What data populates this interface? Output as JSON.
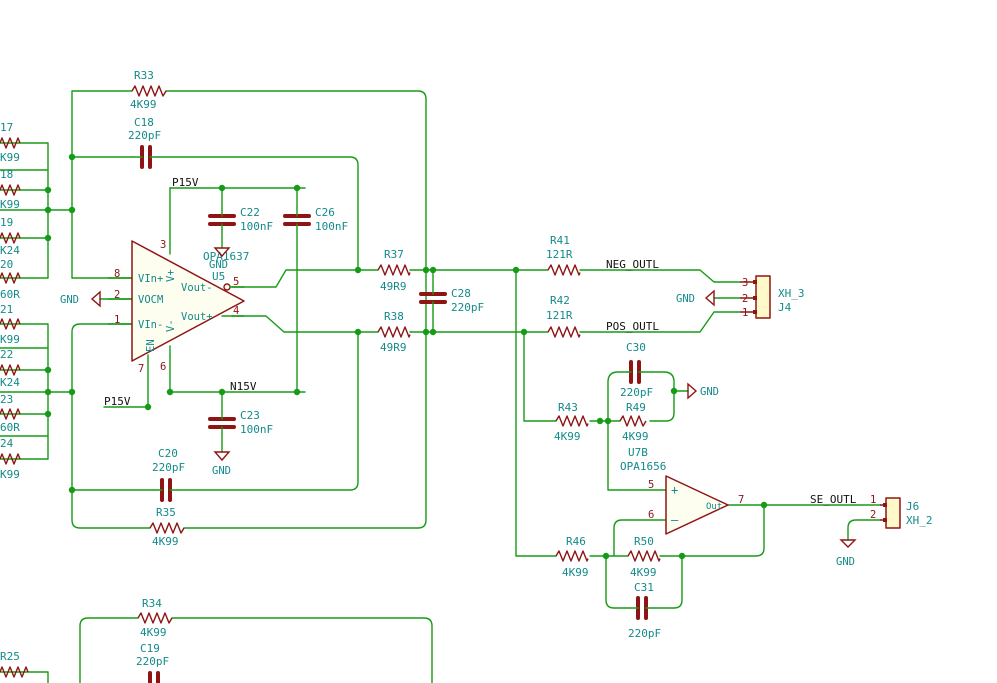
{
  "resistors": [
    {
      "ref": "R33",
      "value": "4K99"
    },
    {
      "ref": "R35",
      "value": "4K99"
    },
    {
      "ref": "R37",
      "value": "49R9"
    },
    {
      "ref": "R38",
      "value": "49R9"
    },
    {
      "ref": "R41",
      "value": "121R"
    },
    {
      "ref": "R42",
      "value": "121R"
    },
    {
      "ref": "R43",
      "value": "4K99"
    },
    {
      "ref": "R49",
      "value": "4K99"
    },
    {
      "ref": "R46",
      "value": "4K99"
    },
    {
      "ref": "R50",
      "value": "4K99"
    },
    {
      "ref": "R34",
      "value": "4K99"
    },
    {
      "ref": "R25",
      "value": ""
    }
  ],
  "capacitors": [
    {
      "ref": "C18",
      "value": "220pF"
    },
    {
      "ref": "C22",
      "value": "100nF"
    },
    {
      "ref": "C26",
      "value": "100nF"
    },
    {
      "ref": "C23",
      "value": "100nF"
    },
    {
      "ref": "C20",
      "value": "220pF"
    },
    {
      "ref": "C28",
      "value": "220pF"
    },
    {
      "ref": "C30",
      "value": "220pF"
    },
    {
      "ref": "C31",
      "value": "220pF"
    },
    {
      "ref": "C19",
      "value": "220pF"
    }
  ],
  "left_partial": [
    "17",
    "K99",
    "18",
    "K99",
    "19",
    "K24",
    "20",
    "60R",
    "21",
    "K99",
    "22",
    "K24",
    "23",
    "60R",
    "24",
    "K99"
  ],
  "u5": {
    "ref": "U5",
    "value": "OPA1637",
    "pins": {
      "vinp": "VIn+",
      "vocm": "VOCM",
      "vinn": "VIn-",
      "voutn": "Vout-",
      "voutp": "Vout+",
      "en": "EN",
      "vp": "V+",
      "vn": "V-"
    },
    "pin_numbers": {
      "p8": "8",
      "p2": "2",
      "p1": "1",
      "p5": "5",
      "p4": "4",
      "p3": "3",
      "p6": "6",
      "p7": "7"
    }
  },
  "u7b": {
    "ref": "U7B",
    "value": "OPA1656",
    "out_label": "Out",
    "pin_numbers": {
      "p5": "5",
      "p6": "6",
      "p7": "7"
    }
  },
  "power": {
    "p15v": "P15V",
    "n15v": "N15V",
    "gnd": "GND"
  },
  "nets": {
    "neg": "NEG_OUTL",
    "pos": "POS_OUTL",
    "se": "SE_OUTL"
  },
  "j4": {
    "ref": "J4",
    "value": "XH_3",
    "pins": [
      "3",
      "2",
      "1"
    ]
  },
  "j6": {
    "ref": "J6",
    "value": "XH_2",
    "pins": [
      "1",
      "2"
    ]
  }
}
